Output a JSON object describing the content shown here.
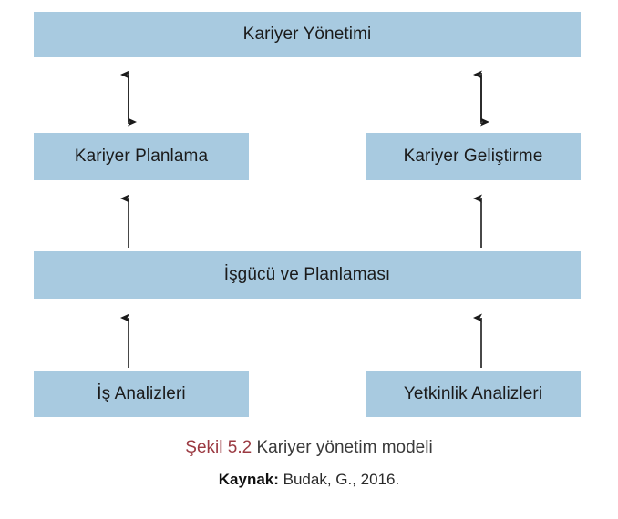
{
  "figure": {
    "colors": {
      "box_fill": "#a8cae0",
      "box_text": "#1b1b1b",
      "arrow": "#1a1a1a",
      "figure_number": "#9b3a42",
      "caption_text": "#3a3a3a",
      "background": "#ffffff"
    },
    "nodes": {
      "top": {
        "label": "Kariyer Yönetimi"
      },
      "middle_left": {
        "label": "Kariyer Planlama"
      },
      "middle_right": {
        "label": "Kariyer Geliştirme"
      },
      "workforce": {
        "label": "İşgücü ve Planlaması"
      },
      "bottom_left": {
        "label": "İş Analizleri"
      },
      "bottom_right": {
        "label": "Yetkinlik Analizleri"
      }
    },
    "connectors": [
      {
        "name": "kariyer-planlama-to-kariyer-yonetimi",
        "type": "double-arrow",
        "direction": "vertical"
      },
      {
        "name": "kariyer-gelistirme-to-kariyer-yonetimi",
        "type": "double-arrow",
        "direction": "vertical"
      },
      {
        "name": "isgucu-to-kariyer-planlama",
        "type": "single-arrow",
        "direction": "up"
      },
      {
        "name": "isgucu-to-kariyer-gelistirme",
        "type": "single-arrow",
        "direction": "up"
      },
      {
        "name": "is-analizleri-to-isgucu",
        "type": "single-arrow",
        "direction": "up"
      },
      {
        "name": "yetkinlik-analizleri-to-isgucu",
        "type": "single-arrow",
        "direction": "up"
      }
    ],
    "caption": {
      "figure_number": "Şekil 5.2",
      "figure_title": "Kariyer yönetim modeli",
      "source_label": "Kaynak:",
      "source_text": "Budak, G., 2016."
    }
  }
}
